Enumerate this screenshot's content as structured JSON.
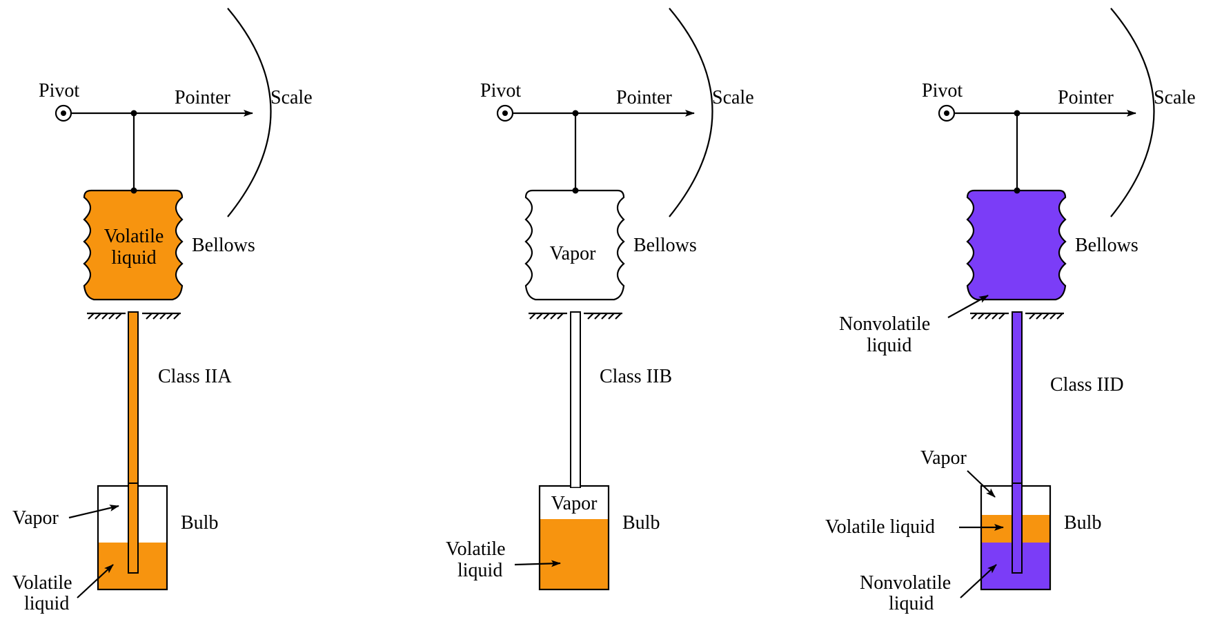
{
  "colors": {
    "volatile_liquid": "#F7940F",
    "nonvolatile_liquid": "#7B3DF7",
    "vapor": "#FFFFFF",
    "line": "#000000"
  },
  "panels": [
    {
      "pivot": "Pivot",
      "pointer": "Pointer",
      "scale": "Scale",
      "bellows_label": "Bellows",
      "bellows_content": [
        "Volatile",
        "liquid"
      ],
      "class_label": "Class IIA",
      "bulb_label": "Bulb",
      "vapor_label": "Vapor",
      "liquid_label": [
        "Volatile",
        "liquid"
      ]
    },
    {
      "pivot": "Pivot",
      "pointer": "Pointer",
      "scale": "Scale",
      "bellows_label": "Bellows",
      "bellows_content": "Vapor",
      "class_label": "Class IIB",
      "bulb_label": "Bulb",
      "vapor_label": "Vapor",
      "liquid_label": [
        "Volatile",
        "liquid"
      ]
    },
    {
      "pivot": "Pivot",
      "pointer": "Pointer",
      "scale": "Scale",
      "bellows_label": "Bellows",
      "bellows_content_label": [
        "Nonvolatile",
        "liquid"
      ],
      "class_label": "Class IID",
      "bulb_label": "Bulb",
      "vapor_label": "Vapor",
      "volatile_label": "Volatile liquid",
      "nonvolatile_label": [
        "Nonvolatile",
        "liquid"
      ]
    }
  ]
}
